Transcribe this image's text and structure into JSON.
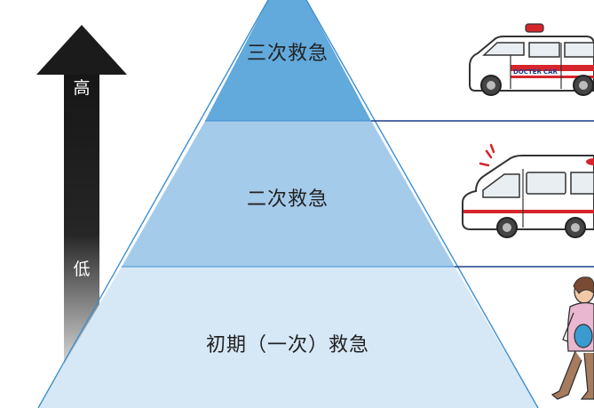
{
  "arrow": {
    "high_label": "高",
    "low_label": "低"
  },
  "tiers": [
    {
      "label": "三次救急",
      "color": "#62a9dc"
    },
    {
      "label": "二次救急",
      "color": "#a5cbeb"
    },
    {
      "label": "初期（一次）救急",
      "color": "#d6e8f6"
    }
  ],
  "doctor_car": {
    "text_left": "DOCTER",
    "text_right": "CAR"
  },
  "colors": {
    "pyramid_edge": "#3d8fd0",
    "divider": "#1d3e8c",
    "arrow_top": "#1c1c1c",
    "arrow_bottom": "#c9c9c9",
    "accent_red": "#d7252c"
  }
}
